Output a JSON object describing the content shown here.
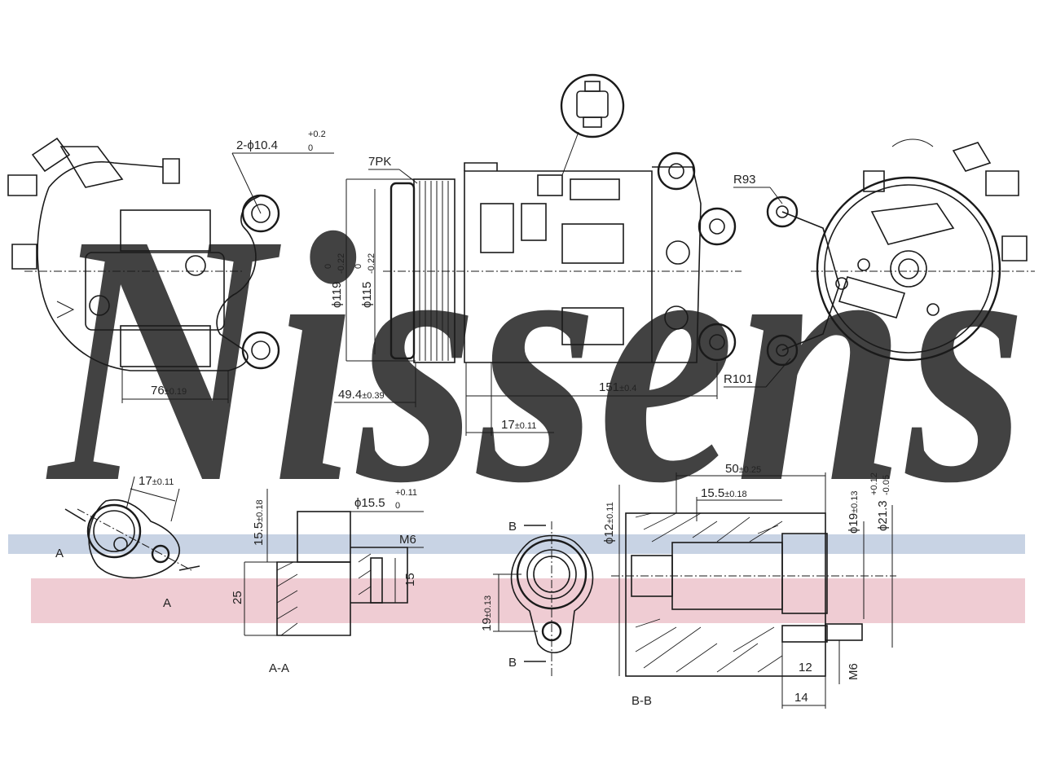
{
  "brand": {
    "watermark": "Nissens",
    "watermark_color": "#c9d6e6",
    "band_blue": "#c8d3e4",
    "band_red": "#efccd3"
  },
  "dimensions": {
    "mount_hole_prefix": "2-ϕ10.4",
    "mount_hole_tol_up": "+0.2",
    "mount_hole_tol_dn": "0",
    "belt": "7PK",
    "dia_119": "ϕ119",
    "dia_119_tol_up": "0",
    "dia_119_tol_dn": "-0.22",
    "dia_115": "ϕ115",
    "dia_115_tol_up": "0",
    "dia_115_tol_dn": "-0.22",
    "radius_93": "R93",
    "radius_101": "R101",
    "w_76": "76",
    "w_76_tol": "±0.19",
    "w_49": "49.4",
    "w_49_tol": "±0.39",
    "w_151": "151",
    "w_151_tol": "±0.4",
    "w_17": "17",
    "w_17_tol": "±0.11",
    "port_17": "17",
    "port_17_tol": "±0.11",
    "h_15_5": "15.5",
    "h_15_5_tol": "±0.18",
    "d_15_5": "ϕ15.5",
    "d_15_5_tol_up": "+0.11",
    "d_15_5_tol_dn": "0",
    "thread_m6": "M6",
    "h_25": "25",
    "h_15": "15",
    "d_12": "ϕ12",
    "d_12_tol": "±0.11",
    "h_19": "19",
    "h_19_tol": "±0.13",
    "w_50": "50",
    "w_50_tol": "±0.25",
    "w_15_5b": "15.5",
    "w_15_5b_tol": "±0.18",
    "d_19": "ϕ19",
    "d_19_tol": "±0.13",
    "d_21_3": "ϕ21.3",
    "d_21_3_tol_up": "+0.12",
    "d_21_3_tol_dn": "-0.05",
    "w_12": "12",
    "w_14": "14",
    "thread_m6b": "M6"
  },
  "labels": {
    "section_a": "A",
    "section_aa": "A-A",
    "section_b": "B",
    "section_bb": "B-B"
  }
}
